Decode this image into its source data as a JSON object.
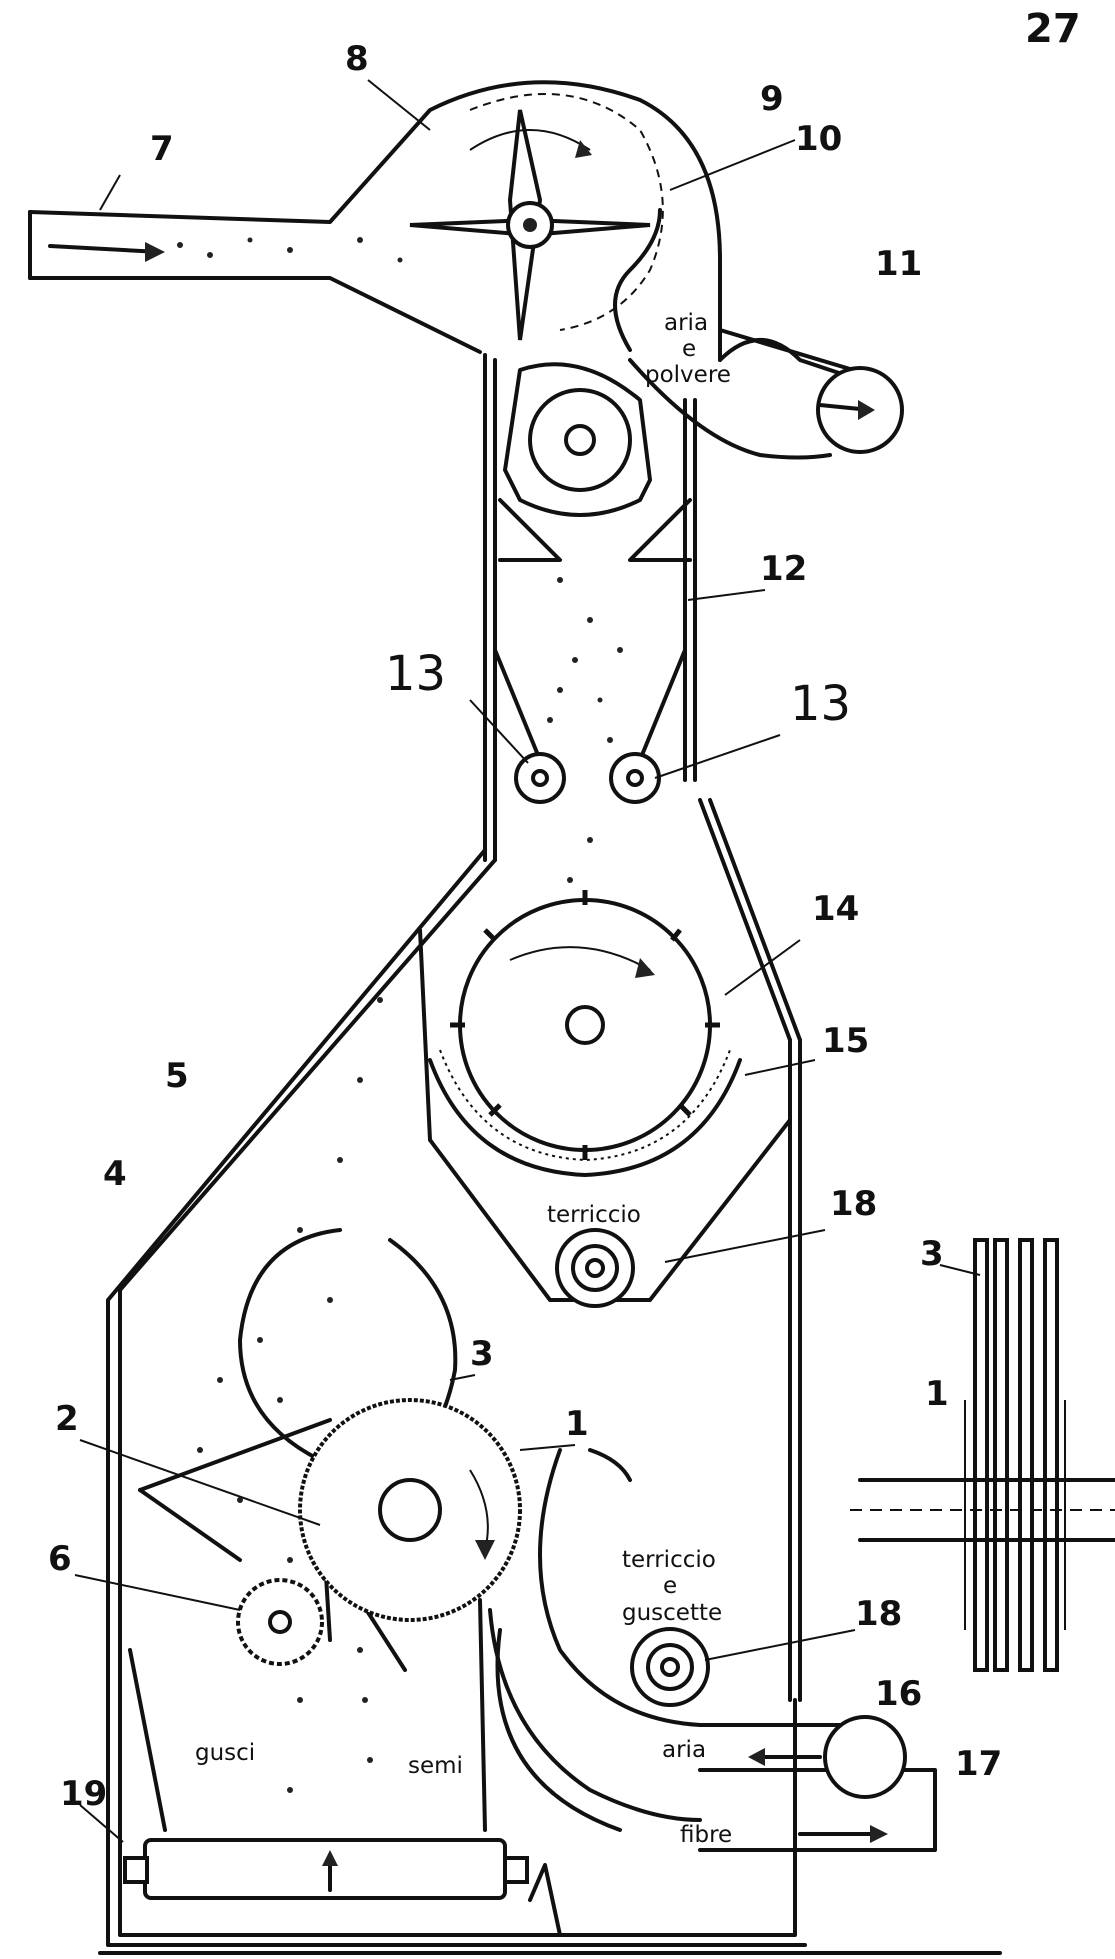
{
  "page_number": "27",
  "labels": {
    "aria_e_polvere": [
      "aria",
      "e",
      "polvere"
    ],
    "terriccio_top": "terriccio",
    "terriccio_e_guscette": [
      "terriccio",
      "e",
      "guscette"
    ],
    "aria_bottom": "aria",
    "fibre": "fibre",
    "gusci": "gusci",
    "semi": "semi"
  },
  "callouts": {
    "n1": "1",
    "n2": "2",
    "n3": "3",
    "n4": "4",
    "n5": "5",
    "n6": "6",
    "n7": "7",
    "n8": "8",
    "n9": "9",
    "n10": "10",
    "n11": "11",
    "n12": "12",
    "n13a": "13",
    "n13b": "13",
    "n14": "14",
    "n15": "15",
    "n16": "16",
    "n17": "17",
    "n18a": "18",
    "n18b": "18",
    "n19": "19",
    "side_3": "3",
    "side_1": "1"
  },
  "colors": {
    "ink": "#111111",
    "paper": "#ffffff"
  }
}
